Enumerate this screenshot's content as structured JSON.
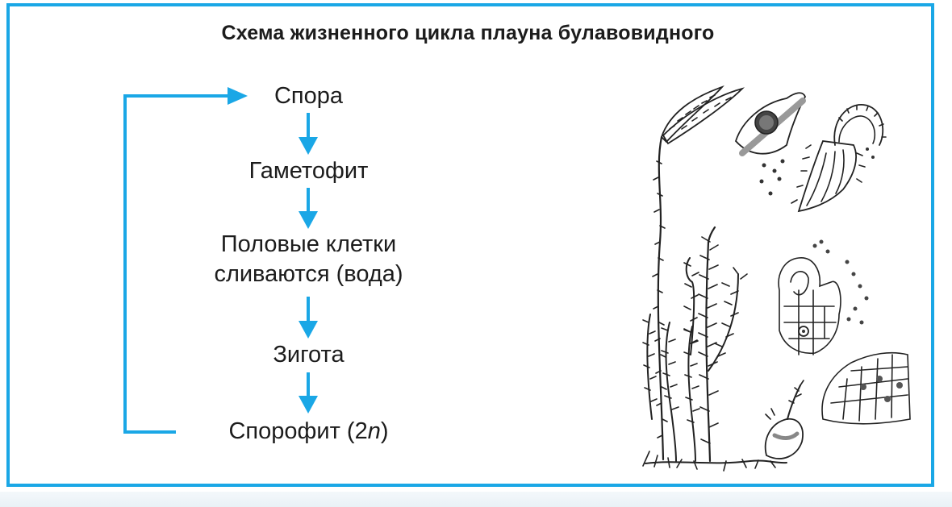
{
  "title": "Схема жизненного цикла плауна булавовидного",
  "steps": {
    "spora": "Спора",
    "gametofit": "Гаметофит",
    "cells_line1": "Половые клетки",
    "cells_line2": "сливаются (вода)",
    "zigota": "Зигота",
    "sporofit_prefix": "Спорофит (2",
    "sporofit_italic": "n",
    "sporofit_suffix": ")"
  },
  "colors": {
    "accent": "#1aa7e6",
    "text": "#1c1c1c",
    "drawing": "#222222"
  },
  "illustration": {
    "icon": "club-moss-illustration"
  }
}
